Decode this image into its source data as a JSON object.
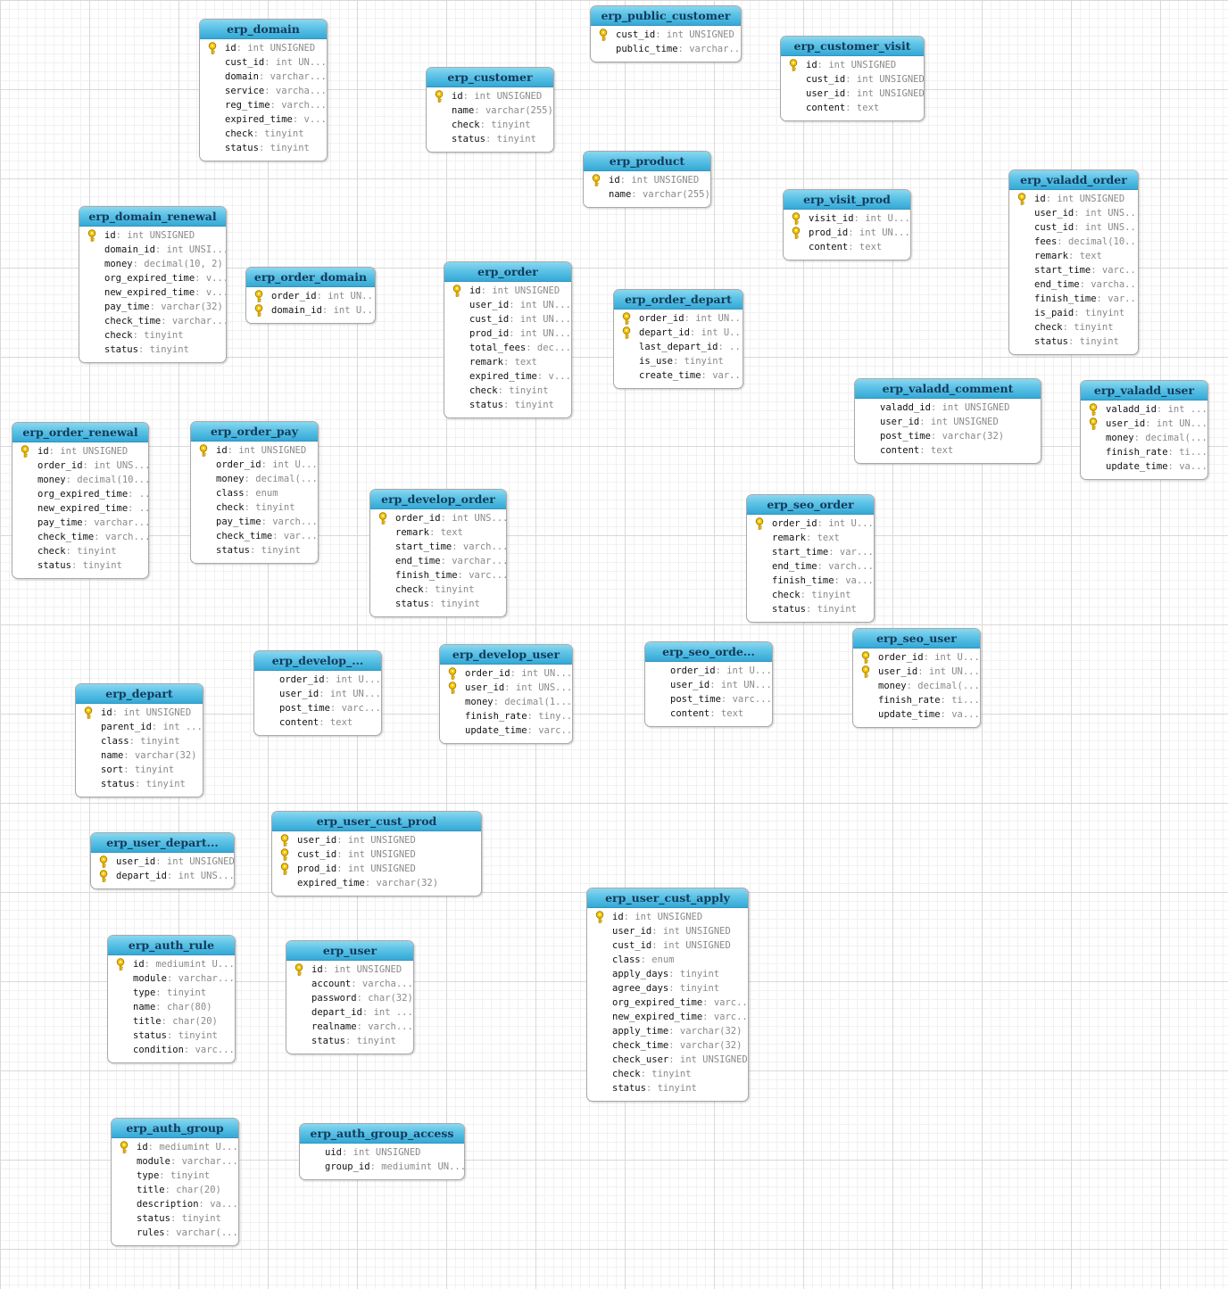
{
  "diagram": {
    "tables": [
      {
        "name": "erp_domain",
        "columns": [
          {
            "name": "id",
            "type": "int UNSIGNED",
            "pk": true
          },
          {
            "name": "cust_id",
            "type": "int UN..."
          },
          {
            "name": "domain",
            "type": "varchar..."
          },
          {
            "name": "service",
            "type": "varcha..."
          },
          {
            "name": "reg_time",
            "type": "varch..."
          },
          {
            "name": "expired_time",
            "type": "v..."
          },
          {
            "name": "check",
            "type": "tinyint"
          },
          {
            "name": "status",
            "type": "tinyint"
          }
        ]
      },
      {
        "name": "erp_public_customer",
        "columns": [
          {
            "name": "cust_id",
            "type": "int UNSIGNED",
            "pk": true
          },
          {
            "name": "public_time",
            "type": "varchar..."
          }
        ]
      },
      {
        "name": "erp_customer_visit",
        "columns": [
          {
            "name": "id",
            "type": "int UNSIGNED",
            "pk": true
          },
          {
            "name": "cust_id",
            "type": "int UNSIGNED"
          },
          {
            "name": "user_id",
            "type": "int UNSIGNED"
          },
          {
            "name": "content",
            "type": "text"
          }
        ]
      },
      {
        "name": "erp_customer",
        "columns": [
          {
            "name": "id",
            "type": "int UNSIGNED",
            "pk": true
          },
          {
            "name": "name",
            "type": "varchar(255)"
          },
          {
            "name": "check",
            "type": "tinyint"
          },
          {
            "name": "status",
            "type": "tinyint"
          }
        ]
      },
      {
        "name": "erp_product",
        "columns": [
          {
            "name": "id",
            "type": "int UNSIGNED",
            "pk": true
          },
          {
            "name": "name",
            "type": "varchar(255)"
          }
        ]
      },
      {
        "name": "erp_visit_prod",
        "columns": [
          {
            "name": "visit_id",
            "type": "int U...",
            "pk": true
          },
          {
            "name": "prod_id",
            "type": "int UN...",
            "pk": true
          },
          {
            "name": "content",
            "type": "text"
          }
        ]
      },
      {
        "name": "erp_valadd_order",
        "columns": [
          {
            "name": "id",
            "type": "int UNSIGNED",
            "pk": true
          },
          {
            "name": "user_id",
            "type": "int UNS..."
          },
          {
            "name": "cust_id",
            "type": "int UNS..."
          },
          {
            "name": "fees",
            "type": "decimal(10..."
          },
          {
            "name": "remark",
            "type": "text"
          },
          {
            "name": "start_time",
            "type": "varc..."
          },
          {
            "name": "end_time",
            "type": "varcha..."
          },
          {
            "name": "finish_time",
            "type": "var..."
          },
          {
            "name": "is_paid",
            "type": "tinyint"
          },
          {
            "name": "check",
            "type": "tinyint"
          },
          {
            "name": "status",
            "type": "tinyint"
          }
        ]
      },
      {
        "name": "erp_domain_renewal",
        "columns": [
          {
            "name": "id",
            "type": "int UNSIGNED",
            "pk": true
          },
          {
            "name": "domain_id",
            "type": "int UNSI..."
          },
          {
            "name": "money",
            "type": "decimal(10, 2)"
          },
          {
            "name": "org_expired_time",
            "type": "v..."
          },
          {
            "name": "new_expired_time",
            "type": "v..."
          },
          {
            "name": "pay_time",
            "type": "varchar(32)"
          },
          {
            "name": "check_time",
            "type": "varchar..."
          },
          {
            "name": "check",
            "type": "tinyint"
          },
          {
            "name": "status",
            "type": "tinyint"
          }
        ]
      },
      {
        "name": "erp_order_domain",
        "columns": [
          {
            "name": "order_id",
            "type": "int UN...",
            "pk": true
          },
          {
            "name": "domain_id",
            "type": "int U...",
            "pk": true
          }
        ]
      },
      {
        "name": "erp_order",
        "columns": [
          {
            "name": "id",
            "type": "int UNSIGNED",
            "pk": true
          },
          {
            "name": "user_id",
            "type": "int UN..."
          },
          {
            "name": "cust_id",
            "type": "int UN..."
          },
          {
            "name": "prod_id",
            "type": "int UN..."
          },
          {
            "name": "total_fees",
            "type": "dec..."
          },
          {
            "name": "remark",
            "type": "text"
          },
          {
            "name": "expired_time",
            "type": "v..."
          },
          {
            "name": "check",
            "type": "tinyint"
          },
          {
            "name": "status",
            "type": "tinyint"
          }
        ]
      },
      {
        "name": "erp_order_depart",
        "columns": [
          {
            "name": "order_id",
            "type": "int UN...",
            "pk": true
          },
          {
            "name": "depart_id",
            "type": "int U...",
            "pk": true
          },
          {
            "name": "last_depart_id",
            "type": "..."
          },
          {
            "name": "is_use",
            "type": "tinyint"
          },
          {
            "name": "create_time",
            "type": "var..."
          }
        ]
      },
      {
        "name": "erp_valadd_comment",
        "columns": [
          {
            "name": "valadd_id",
            "type": "int UNSIGNED"
          },
          {
            "name": "user_id",
            "type": "int UNSIGNED"
          },
          {
            "name": "post_time",
            "type": "varchar(32)"
          },
          {
            "name": "content",
            "type": "text"
          }
        ]
      },
      {
        "name": "erp_valadd_user",
        "columns": [
          {
            "name": "valadd_id",
            "type": "int ...",
            "pk": true
          },
          {
            "name": "user_id",
            "type": "int UN...",
            "pk": true
          },
          {
            "name": "money",
            "type": "decimal(..."
          },
          {
            "name": "finish_rate",
            "type": "ti..."
          },
          {
            "name": "update_time",
            "type": "va..."
          }
        ]
      },
      {
        "name": "erp_order_renewal",
        "columns": [
          {
            "name": "id",
            "type": "int UNSIGNED",
            "pk": true
          },
          {
            "name": "order_id",
            "type": "int UNS..."
          },
          {
            "name": "money",
            "type": "decimal(10..."
          },
          {
            "name": "org_expired_time",
            "type": "..."
          },
          {
            "name": "new_expired_time",
            "type": "..."
          },
          {
            "name": "pay_time",
            "type": "varchar..."
          },
          {
            "name": "check_time",
            "type": "varch..."
          },
          {
            "name": "check",
            "type": "tinyint"
          },
          {
            "name": "status",
            "type": "tinyint"
          }
        ]
      },
      {
        "name": "erp_order_pay",
        "columns": [
          {
            "name": "id",
            "type": "int UNSIGNED",
            "pk": true
          },
          {
            "name": "order_id",
            "type": "int U..."
          },
          {
            "name": "money",
            "type": "decimal(..."
          },
          {
            "name": "class",
            "type": "enum"
          },
          {
            "name": "check",
            "type": "tinyint"
          },
          {
            "name": "pay_time",
            "type": "varch..."
          },
          {
            "name": "check_time",
            "type": "var..."
          },
          {
            "name": "status",
            "type": "tinyint"
          }
        ]
      },
      {
        "name": "erp_develop_order",
        "columns": [
          {
            "name": "order_id",
            "type": "int UNS...",
            "pk": true
          },
          {
            "name": "remark",
            "type": "text"
          },
          {
            "name": "start_time",
            "type": "varch..."
          },
          {
            "name": "end_time",
            "type": "varchar..."
          },
          {
            "name": "finish_time",
            "type": "varc..."
          },
          {
            "name": "check",
            "type": "tinyint"
          },
          {
            "name": "status",
            "type": "tinyint"
          }
        ]
      },
      {
        "name": "erp_seo_order",
        "columns": [
          {
            "name": "order_id",
            "type": "int U...",
            "pk": true
          },
          {
            "name": "remark",
            "type": "text"
          },
          {
            "name": "start_time",
            "type": "var..."
          },
          {
            "name": "end_time",
            "type": "varch..."
          },
          {
            "name": "finish_time",
            "type": "va..."
          },
          {
            "name": "check",
            "type": "tinyint"
          },
          {
            "name": "status",
            "type": "tinyint"
          }
        ]
      },
      {
        "name": "erp_develop_...",
        "columns": [
          {
            "name": "order_id",
            "type": "int U..."
          },
          {
            "name": "user_id",
            "type": "int UN..."
          },
          {
            "name": "post_time",
            "type": "varc..."
          },
          {
            "name": "content",
            "type": "text"
          }
        ]
      },
      {
        "name": "erp_develop_user",
        "columns": [
          {
            "name": "order_id",
            "type": "int UN...",
            "pk": true
          },
          {
            "name": "user_id",
            "type": "int UNS...",
            "pk": true
          },
          {
            "name": "money",
            "type": "decimal(1..."
          },
          {
            "name": "finish_rate",
            "type": "tiny..."
          },
          {
            "name": "update_time",
            "type": "varc..."
          }
        ]
      },
      {
        "name": "erp_seo_orde...",
        "columns": [
          {
            "name": "order_id",
            "type": "int U..."
          },
          {
            "name": "user_id",
            "type": "int UN..."
          },
          {
            "name": "post_time",
            "type": "varc..."
          },
          {
            "name": "content",
            "type": "text"
          }
        ]
      },
      {
        "name": "erp_seo_user",
        "columns": [
          {
            "name": "order_id",
            "type": "int U...",
            "pk": true
          },
          {
            "name": "user_id",
            "type": "int UN...",
            "pk": true
          },
          {
            "name": "money",
            "type": "decimal(..."
          },
          {
            "name": "finish_rate",
            "type": "ti..."
          },
          {
            "name": "update_time",
            "type": "va..."
          }
        ]
      },
      {
        "name": "erp_depart",
        "columns": [
          {
            "name": "id",
            "type": "int UNSIGNED",
            "pk": true
          },
          {
            "name": "parent_id",
            "type": "int ..."
          },
          {
            "name": "class",
            "type": "tinyint"
          },
          {
            "name": "name",
            "type": "varchar(32)"
          },
          {
            "name": "sort",
            "type": "tinyint"
          },
          {
            "name": "status",
            "type": "tinyint"
          }
        ]
      },
      {
        "name": "erp_user_depart...",
        "columns": [
          {
            "name": "user_id",
            "type": "int UNSIGNED",
            "pk": true
          },
          {
            "name": "depart_id",
            "type": "int UNS...",
            "pk": true
          }
        ]
      },
      {
        "name": "erp_user_cust_prod",
        "columns": [
          {
            "name": "user_id",
            "type": "int UNSIGNED",
            "pk": true
          },
          {
            "name": "cust_id",
            "type": "int UNSIGNED",
            "pk": true
          },
          {
            "name": "prod_id",
            "type": "int UNSIGNED",
            "pk": true
          },
          {
            "name": "expired_time",
            "type": "varchar(32)"
          }
        ]
      },
      {
        "name": "erp_user_cust_apply",
        "columns": [
          {
            "name": "id",
            "type": "int UNSIGNED",
            "pk": true
          },
          {
            "name": "user_id",
            "type": "int UNSIGNED"
          },
          {
            "name": "cust_id",
            "type": "int UNSIGNED"
          },
          {
            "name": "class",
            "type": "enum"
          },
          {
            "name": "apply_days",
            "type": "tinyint"
          },
          {
            "name": "agree_days",
            "type": "tinyint"
          },
          {
            "name": "org_expired_time",
            "type": "varc..."
          },
          {
            "name": "new_expired_time",
            "type": "varc..."
          },
          {
            "name": "apply_time",
            "type": "varchar(32)"
          },
          {
            "name": "check_time",
            "type": "varchar(32)"
          },
          {
            "name": "check_user",
            "type": "int UNSIGNED"
          },
          {
            "name": "check",
            "type": "tinyint"
          },
          {
            "name": "status",
            "type": "tinyint"
          }
        ]
      },
      {
        "name": "erp_auth_rule",
        "columns": [
          {
            "name": "id",
            "type": "mediumint U...",
            "pk": true
          },
          {
            "name": "module",
            "type": "varchar..."
          },
          {
            "name": "type",
            "type": "tinyint"
          },
          {
            "name": "name",
            "type": "char(80)"
          },
          {
            "name": "title",
            "type": "char(20)"
          },
          {
            "name": "status",
            "type": "tinyint"
          },
          {
            "name": "condition",
            "type": "varc..."
          }
        ]
      },
      {
        "name": "erp_user",
        "columns": [
          {
            "name": "id",
            "type": "int UNSIGNED",
            "pk": true
          },
          {
            "name": "account",
            "type": "varcha..."
          },
          {
            "name": "password",
            "type": "char(32)"
          },
          {
            "name": "depart_id",
            "type": "int ..."
          },
          {
            "name": "realname",
            "type": "varch..."
          },
          {
            "name": "status",
            "type": "tinyint"
          }
        ]
      },
      {
        "name": "erp_auth_group",
        "columns": [
          {
            "name": "id",
            "type": "mediumint U...",
            "pk": true
          },
          {
            "name": "module",
            "type": "varchar..."
          },
          {
            "name": "type",
            "type": "tinyint"
          },
          {
            "name": "title",
            "type": "char(20)"
          },
          {
            "name": "description",
            "type": "va..."
          },
          {
            "name": "status",
            "type": "tinyint"
          },
          {
            "name": "rules",
            "type": "varchar(..."
          }
        ]
      },
      {
        "name": "erp_auth_group_access",
        "columns": [
          {
            "name": "uid",
            "type": "int UNSIGNED"
          },
          {
            "name": "group_id",
            "type": "mediumint UN..."
          }
        ]
      }
    ]
  }
}
